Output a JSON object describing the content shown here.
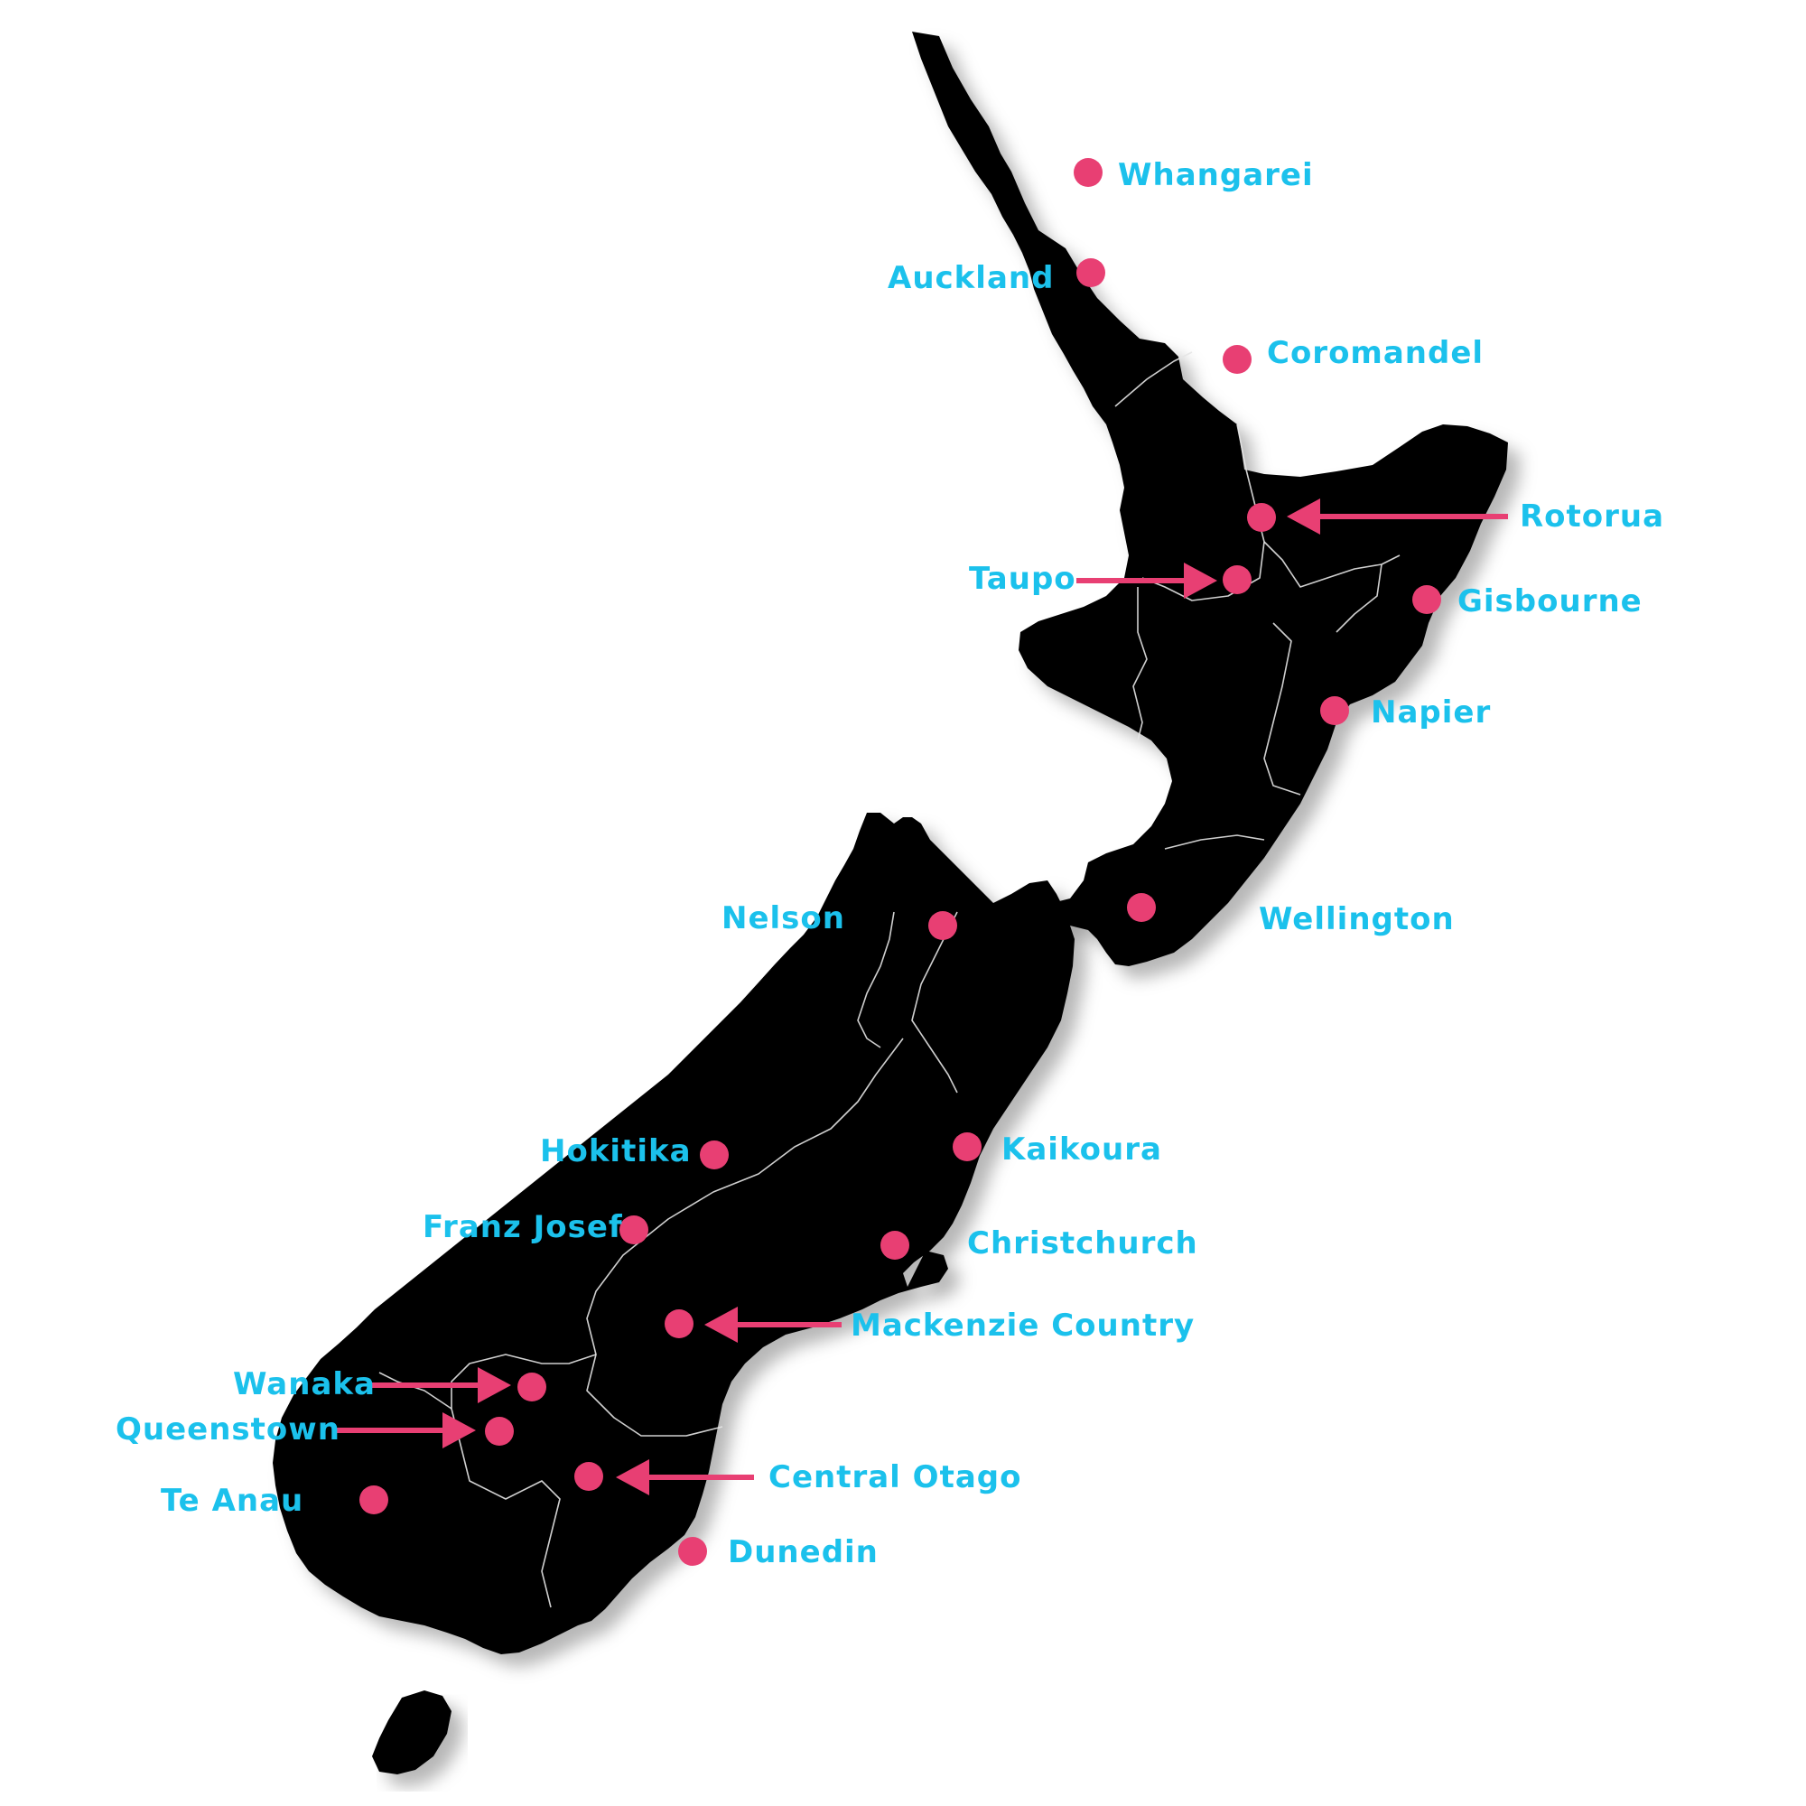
{
  "colors": {
    "land": "#000000",
    "marker": "#e83f73",
    "label": "#1bc1ec",
    "background": "#ffffff"
  },
  "places": {
    "whangarei": "Whangarei",
    "auckland": "Auckland",
    "coromandel": "Coromandel",
    "rotorua": "Rotorua",
    "taupo": "Taupo",
    "gisbourne": "Gisbourne",
    "napier": "Napier",
    "wellington": "Wellington",
    "nelson": "Nelson",
    "hokitika": "Hokitika",
    "kaikoura": "Kaikoura",
    "franz_josef": "Franz Josef",
    "christchurch": "Christchurch",
    "mackenzie_country": "Mackenzie Country",
    "wanaka": "Wanaka",
    "queenstown": "Queenstown",
    "central_otago": "Central Otago",
    "te_anau": "Te Anau",
    "dunedin": "Dunedin"
  }
}
